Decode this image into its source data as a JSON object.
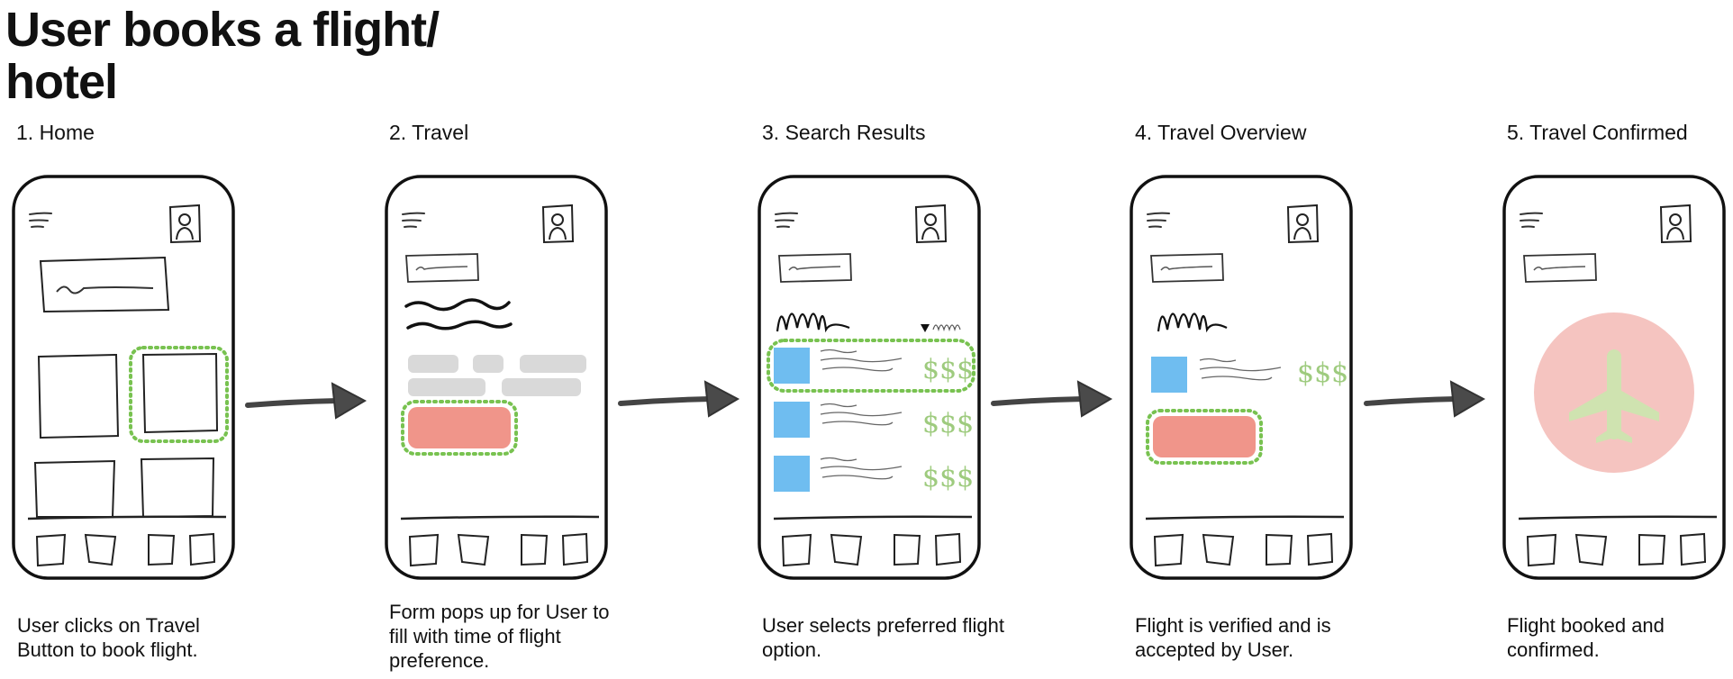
{
  "title": "User books a flight/ hotel",
  "steps": [
    {
      "label": "1. Home",
      "caption": "User clicks on Travel Button to book flight."
    },
    {
      "label": "2. Travel",
      "caption": "Form pops up for User to fill with time of flight preference."
    },
    {
      "label": "3. Search Results",
      "caption": "User selects preferred flight option."
    },
    {
      "label": "4. Travel Overview",
      "caption": "Flight is verified and is accepted by User."
    },
    {
      "label": "5. Travel Confirmed",
      "caption": "Flight booked and confirmed."
    }
  ],
  "wireframe_prices": [
    "$$$",
    "$$$",
    "$$$",
    "$$$"
  ],
  "colors": {
    "highlight": "#78c250",
    "cta": "#f0958a",
    "thumb": "#6fbdf0",
    "price": "#9ecb7e",
    "field": "#d9d9d9",
    "success_circle": "#f5c4c0",
    "plane": "#cfe3b0",
    "arrow": "#4a4a4a"
  },
  "icons": [
    "hamburger-menu-icon",
    "user-avatar-icon",
    "airplane-icon",
    "flow-arrow-icon"
  ]
}
